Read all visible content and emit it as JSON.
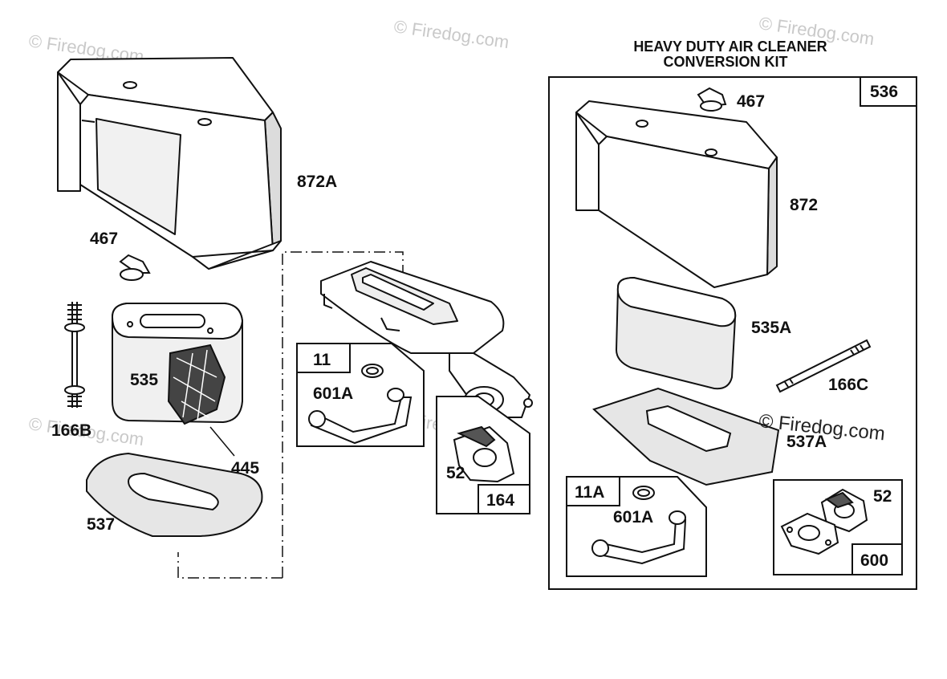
{
  "watermark": "© Firedog.com",
  "watermark_kit": "© Firedog.com",
  "kit": {
    "title_line1": "HEAVY DUTY AIR CLEANER",
    "title_line2": "CONVERSION KIT",
    "kit_number": "536"
  },
  "parts_left": {
    "cover": "872A",
    "knob": "467",
    "stud": "166B",
    "cartridge": "535",
    "pre_cleaner": "445",
    "base_plate": "537"
  },
  "parts_center": {
    "breather_box_number": "11",
    "breather_tube": "601A",
    "gasket_box_number": "164",
    "gasket": "52"
  },
  "parts_kit": {
    "knob": "467",
    "cover": "872",
    "cartridge": "535A",
    "stud": "166C",
    "base_plate": "537A",
    "breather_box_number": "11A",
    "breather_tube": "601A",
    "gasket_box_number": "600",
    "gasket": "52"
  },
  "colors": {
    "ink": "#111111",
    "shade": "#e2e2e2",
    "watermark": "#c9c9c9"
  }
}
